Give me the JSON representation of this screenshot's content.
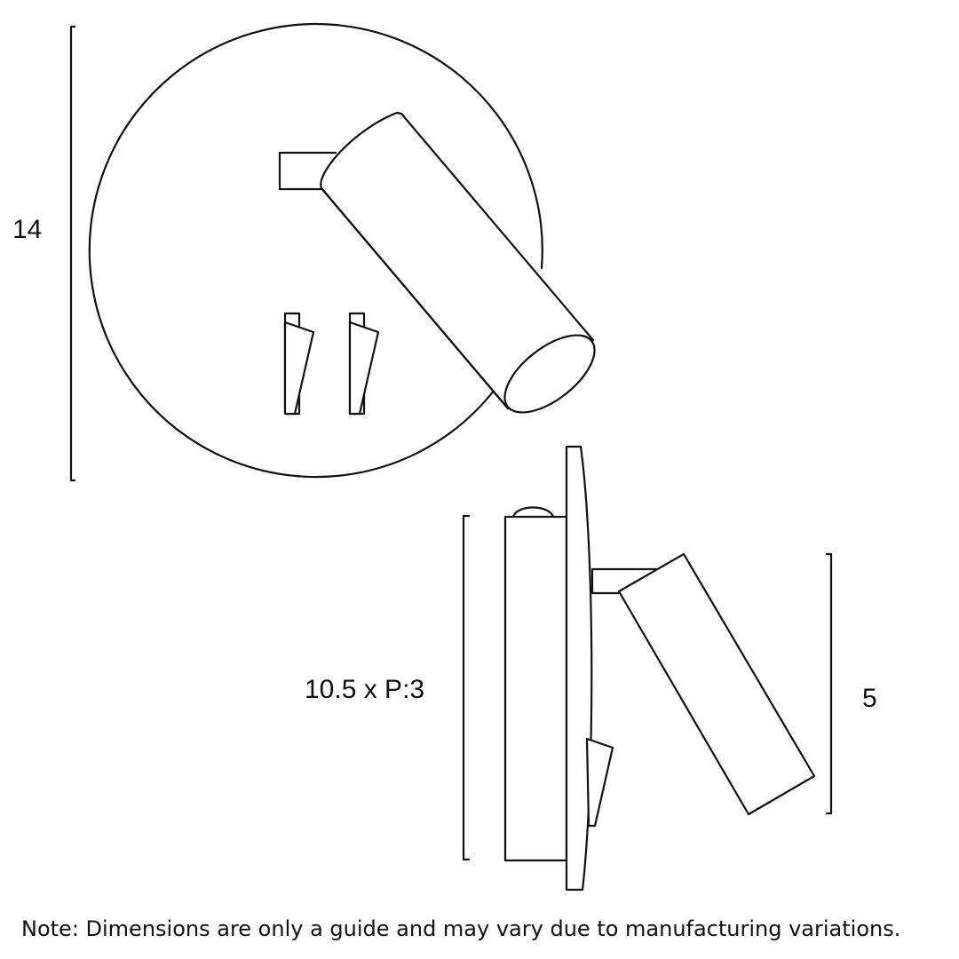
{
  "dimensions": {
    "height": "14",
    "depth": "10.5 x P:3",
    "head_length": "5"
  },
  "note": "Note: Dimensions are only a guide and may vary due to manufacturing variations."
}
